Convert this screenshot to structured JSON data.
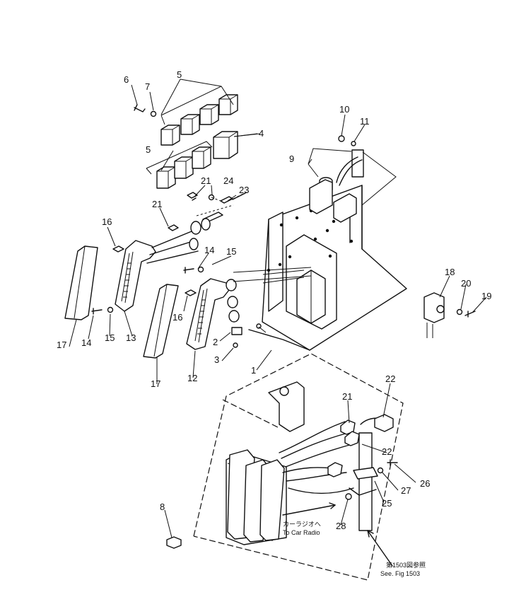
{
  "callouts": {
    "c1": "1",
    "c2": "2",
    "c3": "3",
    "c4": "4",
    "c5a": "5",
    "c5b": "5",
    "c6": "6",
    "c7": "7",
    "c8": "8",
    "c9": "9",
    "c10": "10",
    "c11": "11",
    "c12": "12",
    "c13": "13",
    "c14a": "14",
    "c14b": "14",
    "c15a": "15",
    "c15b": "15",
    "c16a": "16",
    "c16b": "16",
    "c17a": "17",
    "c17b": "17",
    "c18": "18",
    "c19": "19",
    "c20": "20",
    "c21a": "21",
    "c21b": "21",
    "c21c": "21",
    "c22a": "22",
    "c22b": "22",
    "c23": "23",
    "c24": "24",
    "c25": "25",
    "c26": "26",
    "c27": "27",
    "c28": "28"
  },
  "notes": {
    "car_radio_jp": "カーラジオへ",
    "car_radio_en": "To Car Radio",
    "see_fig_jp": "第1503図参照",
    "see_fig_en": "See. Fig 1503"
  }
}
